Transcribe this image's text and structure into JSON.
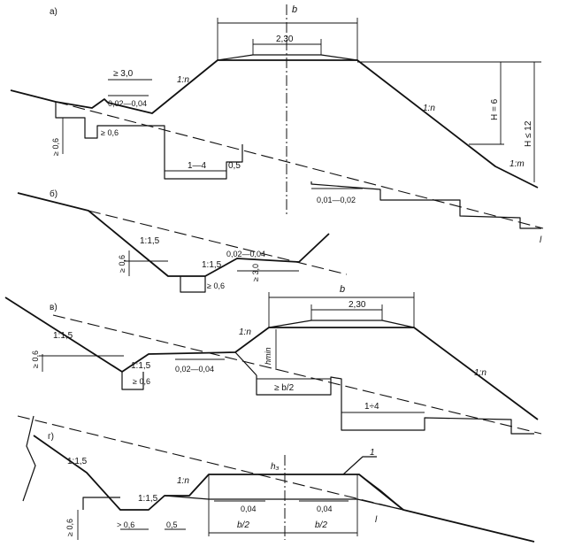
{
  "panels": [
    {
      "letter": "а)",
      "labels": {
        "b": "b",
        "top_width": "2,30",
        "slope_upper": "1:n",
        "slope_right": "1:n",
        "slope_right_lower": "1:m",
        "berm": "≥ 3,0",
        "berm_slope": "0,02—0,04",
        "step_height": "≥ 0,6",
        "step_width": "≥ 0,6",
        "bench": "1—4",
        "bench_step": "0,5",
        "bench_slope": "0,01—0,02",
        "height_h": "H = 6",
        "height_total": "H ≤ 12",
        "marker": "l"
      }
    },
    {
      "letter": "б)",
      "labels": {
        "slope_left": "1:1,5",
        "slope_ditch": "1:1,5",
        "ditch_slope": "0,02—0,04",
        "step_height": "≥ 0,6",
        "step_width": "≥ 0,6",
        "berm": "≥ 3,0"
      }
    },
    {
      "letter": "в)",
      "labels": {
        "b": "b",
        "top_width": "2,30",
        "slope_left": "1:1,5",
        "slope_ditch": "1:1,5",
        "slope_upper": "1:n",
        "slope_right": "1:n",
        "ditch_slope": "0,02—0,04",
        "step_height": "≥ 0,6",
        "step_width": "≥ 0,6",
        "hmin": "hmin",
        "half_base": "≥ b/2",
        "bench": "1÷4"
      }
    },
    {
      "letter": "г)",
      "labels": {
        "marker_top": "1",
        "marker_bottom": "l",
        "slope_left": "1:1,5",
        "slope_ditch": "1:1,5",
        "slope_upper": "1:n",
        "h_label": "h₃",
        "slope_left_mid": "0,04",
        "slope_right_mid": "0,04",
        "half_left": "b/2",
        "half_right": "b/2",
        "step_height": "≥ 0,6",
        "step_width": "> 0,6",
        "offset": "0,5"
      }
    }
  ]
}
